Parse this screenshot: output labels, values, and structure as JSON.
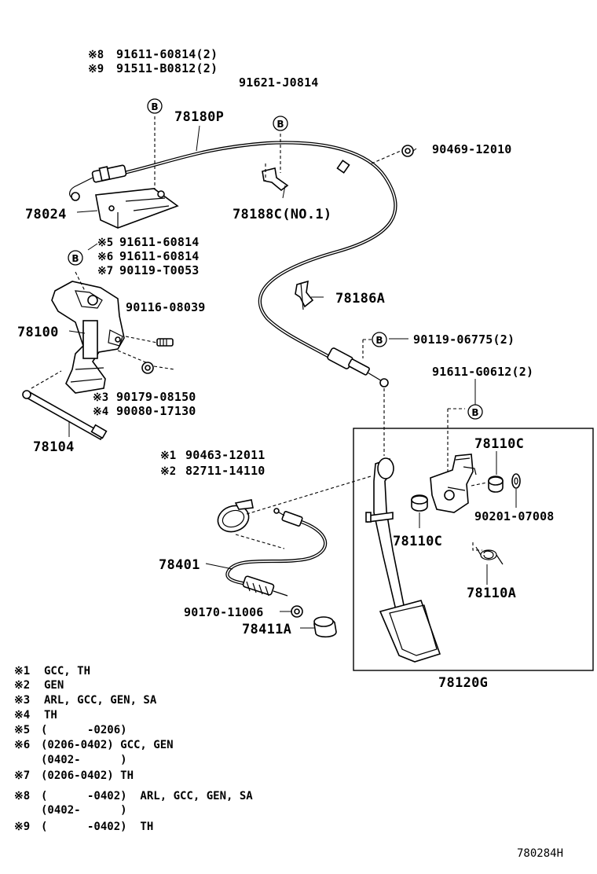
{
  "labels": {
    "p78180P": "78180P",
    "p78024": "78024",
    "p78188C": "78188C(NO.1)",
    "p78186A": "78186A",
    "p78100": "78100",
    "p78104": "78104",
    "p78110C_top": "78110C",
    "p78110C_mid": "78110C",
    "p78110A": "78110A",
    "p78120G": "78120G",
    "p78401": "78401",
    "p78411A": "78411A"
  },
  "part_numbers": {
    "n8_91611": {
      "mark": "※8",
      "text": "91611-60814(2)"
    },
    "n9_91511": {
      "mark": "※9",
      "text": "91511-B0812(2)"
    },
    "p91621": "91621-J0814",
    "p90469": "90469-12010",
    "n5_91611": {
      "mark": "※5",
      "text": "91611-60814"
    },
    "n6_91611": {
      "mark": "※6",
      "text": "91611-60814"
    },
    "n7_90119": {
      "mark": "※7",
      "text": "90119-T0053"
    },
    "p90116": "90116-08039",
    "p90119_06775": "90119-06775(2)",
    "p91611_G0612": "91611-G0612(2)",
    "n3_90179": {
      "mark": "※3",
      "text": "90179-08150"
    },
    "n4_90080": {
      "mark": "※4",
      "text": "90080-17130"
    },
    "n1_90463": {
      "mark": "※1",
      "text": "90463-12011"
    },
    "n2_82711": {
      "mark": "※2",
      "text": "82711-14110"
    },
    "p90201": "90201-07008",
    "p90170": "90170-11006"
  },
  "callout_letter": "B",
  "notes": [
    {
      "mark": "※1",
      "text": "GCC, TH"
    },
    {
      "mark": "※2",
      "text": "GEN"
    },
    {
      "mark": "※3",
      "text": "ARL, GCC, GEN, SA"
    },
    {
      "mark": "※4",
      "text": "TH"
    },
    {
      "mark": "※5",
      "text": "(      -0206)"
    },
    {
      "mark": "※6",
      "text": "(0206-0402) GCC, GEN",
      "text2": "(0402-      )"
    },
    {
      "mark": "※7",
      "text": "(0206-0402) TH"
    },
    {
      "mark": "※8",
      "text": "(      -0402)  ARL, GCC, GEN, SA",
      "text2": "(0402-      )"
    },
    {
      "mark": "※9",
      "text": "(      -0402)  TH"
    }
  ],
  "diagram_code": "780284H"
}
